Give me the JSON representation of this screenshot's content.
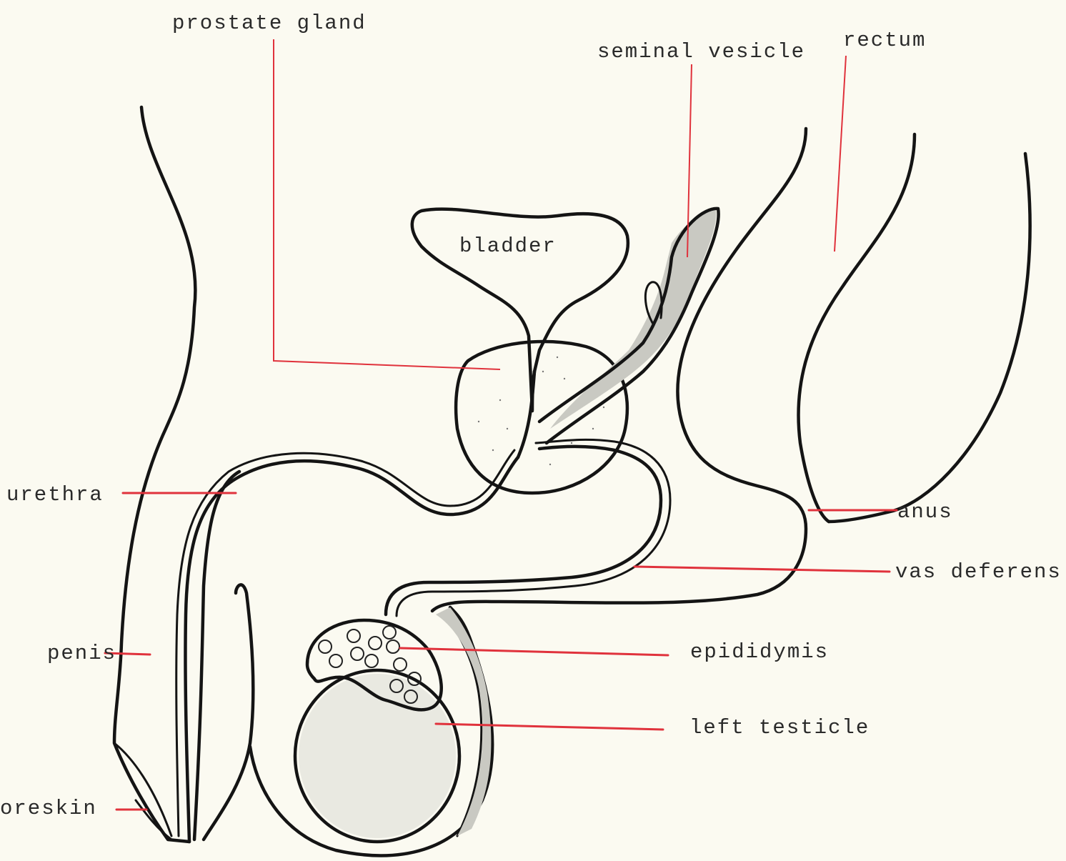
{
  "labels": {
    "prostate_gland": "prostate gland",
    "seminal_vesicle": "seminal vesicle",
    "rectum": "rectum",
    "bladder": "bladder",
    "urethra": "urethra",
    "anus": "anus",
    "vas_deferens": "vas deferens",
    "penis": "penis",
    "epididymis": "epididymis",
    "left_testicle": "left testicle",
    "foreskin": "oreskin"
  },
  "colors": {
    "paper": "#fbfaf1",
    "ink": "#141414",
    "leader_line": "#e0323c",
    "shading": "#c9c9c2"
  }
}
